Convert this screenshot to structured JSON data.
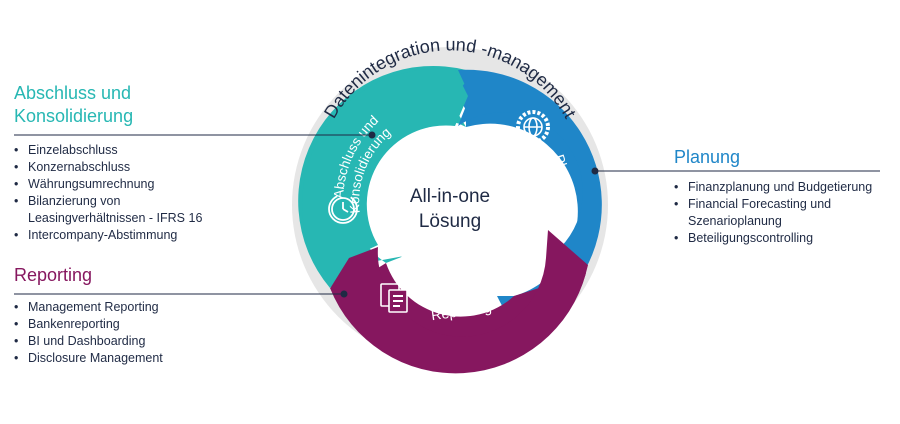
{
  "colors": {
    "teal": "#27b7b3",
    "blue": "#1f86c8",
    "purple": "#86175f",
    "ring": "#e6e6e6",
    "text": "#1f2a44"
  },
  "ring_label": "Datenintegration und -management",
  "center": {
    "line1": "All-in-one",
    "line2": "Lösung"
  },
  "segments": {
    "abschluss": {
      "line1": "Abschluss und",
      "line2": "Konsolidierung",
      "icon": "clock-icon"
    },
    "planung": {
      "label": "Planung",
      "icon": "gear-globe-icon"
    },
    "reporting": {
      "label": "Reporting",
      "icon": "documents-icon"
    }
  },
  "sections": {
    "abschluss": {
      "title_line1": "Abschluss und",
      "title_line2": "Konsolidierung",
      "items": [
        "Einzelabschluss",
        "Konzernabschluss",
        "Währungsumrechnung",
        "Bilanzierung von",
        "Leasingverhältnissen - IFRS 16",
        "Intercompany-Abstimmung"
      ]
    },
    "reporting": {
      "title": "Reporting",
      "items": [
        "Management Reporting",
        "Bankenreporting",
        "BI und Dashboarding",
        "Disclosure Management"
      ]
    },
    "planung": {
      "title": "Planung",
      "items": [
        "Finanzplanung und Budgetierung",
        "Financial Forecasting und",
        "Szenarioplanung",
        "Beteiligungscontrolling"
      ]
    }
  }
}
